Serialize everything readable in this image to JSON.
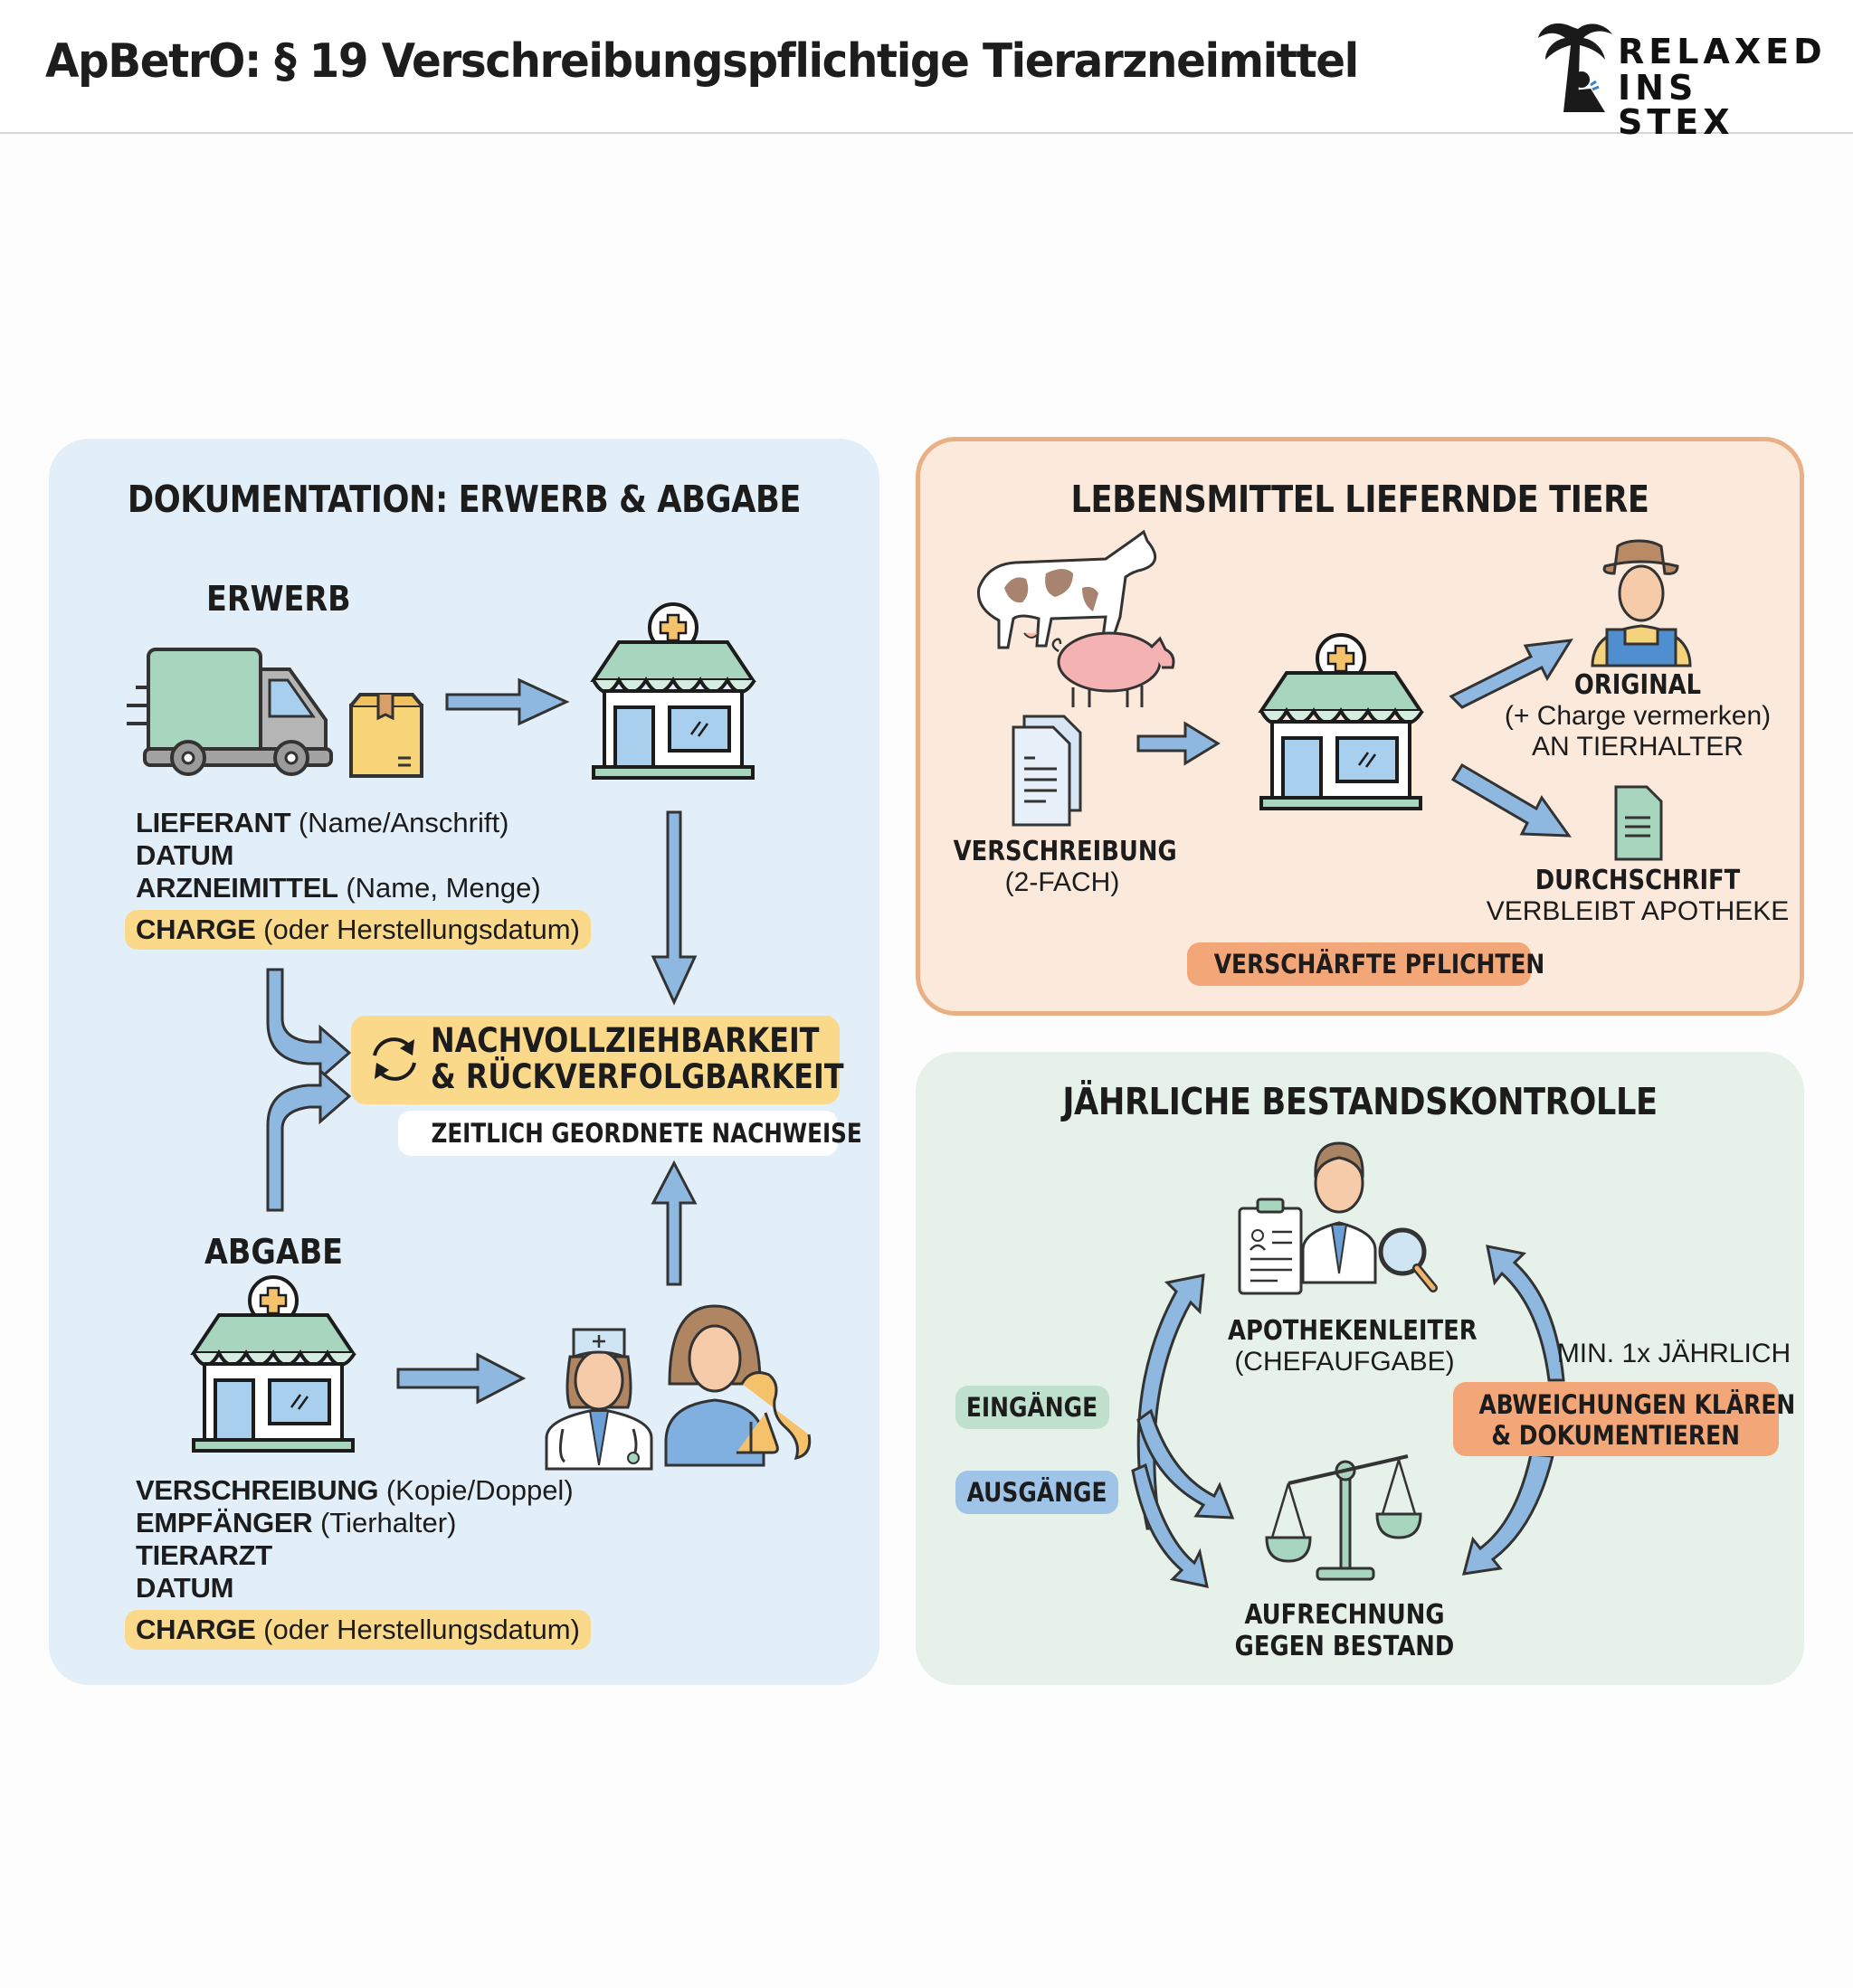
{
  "header": {
    "title": "ApBetrO: § 19 Verschreibungspflichtige Tierarzneimittel",
    "logo": {
      "line1": "RELAXED",
      "line2": "INS STEX",
      "icon": "palm-tree-person-icon"
    }
  },
  "doc_panel": {
    "title": "DOKUMENTATION: ERWERB & ABGABE",
    "erwerb": {
      "heading": "ERWERB",
      "icons": [
        "delivery-truck-icon",
        "package-box-icon",
        "arrow-right-icon",
        "pharmacy-icon"
      ],
      "fields": [
        {
          "bold": "LIEFERANT",
          "normal": " (Name/Anschrift)",
          "highlight": false
        },
        {
          "bold": "DATUM",
          "normal": "",
          "highlight": false
        },
        {
          "bold": "ARZNEIMITTEL",
          "normal": " (Name, Menge)",
          "highlight": false
        },
        {
          "bold": "CHARGE",
          "normal": " (oder Herstellungsdatum)",
          "highlight": true
        }
      ]
    },
    "center": {
      "icon": "refresh-cycle-icon",
      "line1": "NACHVOLLZIEHBARKEIT",
      "line2": "& RÜCKVERFOLGBARKEIT",
      "sub": "ZEITLICH GEORDNETE NACHWEISE"
    },
    "abgabe": {
      "heading": "ABGABE",
      "icons": [
        "pharmacy-icon",
        "arrow-right-icon",
        "veterinarian-icon",
        "pet-owner-with-dog-icon"
      ],
      "fields": [
        {
          "bold": "VERSCHREIBUNG",
          "normal": " (Kopie/Doppel)",
          "highlight": false
        },
        {
          "bold": "EMPFÄNGER",
          "normal": " (Tierhalter)",
          "highlight": false
        },
        {
          "bold": "TIERARZT",
          "normal": "",
          "highlight": false
        },
        {
          "bold": "DATUM",
          "normal": "",
          "highlight": false
        },
        {
          "bold": "CHARGE",
          "normal": " (oder Herstellungsdatum)",
          "highlight": true
        }
      ]
    }
  },
  "food_panel": {
    "title": "LEBENSMITTEL LIEFERNDE TIERE",
    "prescription": {
      "bold": "VERSCHREIBUNG",
      "normal": "(2-FACH)"
    },
    "original": {
      "bold": "ORIGINAL",
      "line2": "(+ Charge vermerken)",
      "line3": "AN TIERHALTER"
    },
    "copy": {
      "bold": "DURCHSCHRIFT",
      "line2": "VERBLEIBT APOTHEKE"
    },
    "badge": "VERSCHÄRFTE PFLICHTEN",
    "icons": [
      "cow-icon",
      "pig-icon",
      "document-stack-icon",
      "pharmacy-icon",
      "farmer-icon",
      "document-icon"
    ]
  },
  "stock_panel": {
    "title": "JÄHRLICHE BESTANDSKONTROLLE",
    "manager": {
      "bold": "APOTHEKENLEITER",
      "normal": "(CHEFAUFGABE)"
    },
    "frequency": "MIN. 1x JÄHRLICH",
    "inputs": "EINGÄNGE",
    "outputs": "AUSGÄNGE",
    "deviations": {
      "line1": "ABWEICHUNGEN KLÄREN",
      "line2": "& DOKUMENTIEREN"
    },
    "reconciliation": {
      "line1": "AUFRECHNUNG",
      "line2": "GEGEN BESTAND"
    },
    "icons": [
      "pharmacist-icon",
      "clipboard-icon",
      "magnifier-icon",
      "balance-scale-icon"
    ]
  },
  "colors": {
    "blue_panel": "#e2eff8",
    "orange_panel": "#fbe9dc",
    "orange_border": "#eab085",
    "green_panel": "#e6f1e9",
    "highlight_yellow": "#fbd98a",
    "accent_orange": "#f3a678",
    "arrow_blue": "#8fb8e0",
    "mint": "#a8d5bd"
  }
}
